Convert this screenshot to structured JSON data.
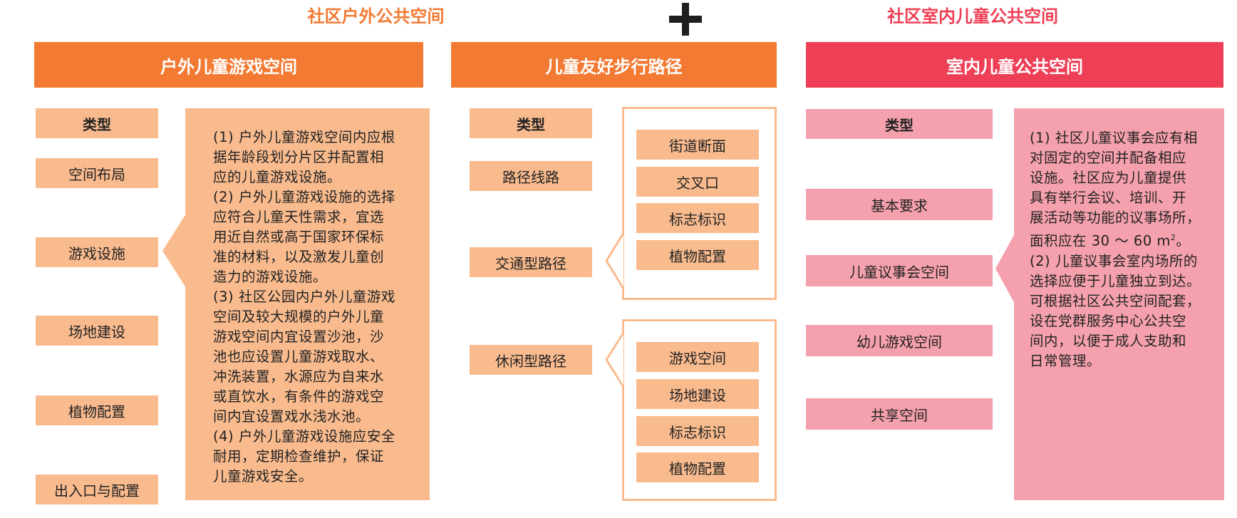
{
  "colors": {
    "orange": "#f37a33",
    "red": "#ee3f56",
    "peach": "#f9bb8e",
    "pink": "#f5a1ad",
    "plus": "#1e1e1e"
  },
  "left_section": {
    "title": "社区户外公共空间",
    "col1": {
      "header": "户外儿童游戏空间",
      "type_label": "类型",
      "types": [
        "空间布局",
        "游戏设施",
        "场地建设",
        "植物配置",
        "出入口与配置"
      ],
      "description": "(1) 户外儿童游戏空间内应根\n据年龄段划分片区并配置相\n应的儿童游戏设施。\n(2) 户外儿童游戏设施的选择\n应符合儿童天性需求，宜选\n用近自然或高于国家环保标\n准的材料，以及激发儿童创\n造力的游戏设施。\n(3) 社区公园内户外儿童游戏\n空间及较大规模的户外儿童\n游戏空间内宜设置沙池，沙\n池也应设置儿童游戏取水、\n冲洗装置，水源应为自来水\n或直饮水，有条件的游戏空\n间内宜设置戏水浅水池。\n(4) 户外儿童游戏设施应安全\n耐用，定期检查维护，保证\n儿童游戏安全。"
    },
    "col2": {
      "header": "儿童友好步行路径",
      "type_label": "类型",
      "route_label": "路径线路",
      "traffic_label": "交通型路径",
      "leisure_label": "休闲型路径",
      "traffic_items": [
        "街道断面",
        "交叉口",
        "标志标识",
        "植物配置"
      ],
      "leisure_items": [
        "游戏空间",
        "场地建设",
        "标志标识",
        "植物配置"
      ]
    }
  },
  "plus_icon": "plus-icon",
  "right_section": {
    "title": "社区室内儿童公共空间",
    "header": "室内儿童公共空间",
    "type_label": "类型",
    "types": [
      "基本要求",
      "儿童议事会空间",
      "幼儿游戏空间",
      "共享空间"
    ],
    "description_pre": "(1) 社区儿童议事会应有相\n对固定的空间并配备相应\n设施。社区应为儿童提供\n具有举行会议、培训、开\n展活动等功能的议事场所，\n面积应在 30 ～ 60 m",
    "description_sup": "2",
    "description_post": "。\n(2) 儿童议事会室内场所的\n选择应便于儿童独立到达。\n可根据社区公共空间配套，\n设在党群服务中心公共空\n间内，以便于成人支助和\n日常管理。"
  }
}
